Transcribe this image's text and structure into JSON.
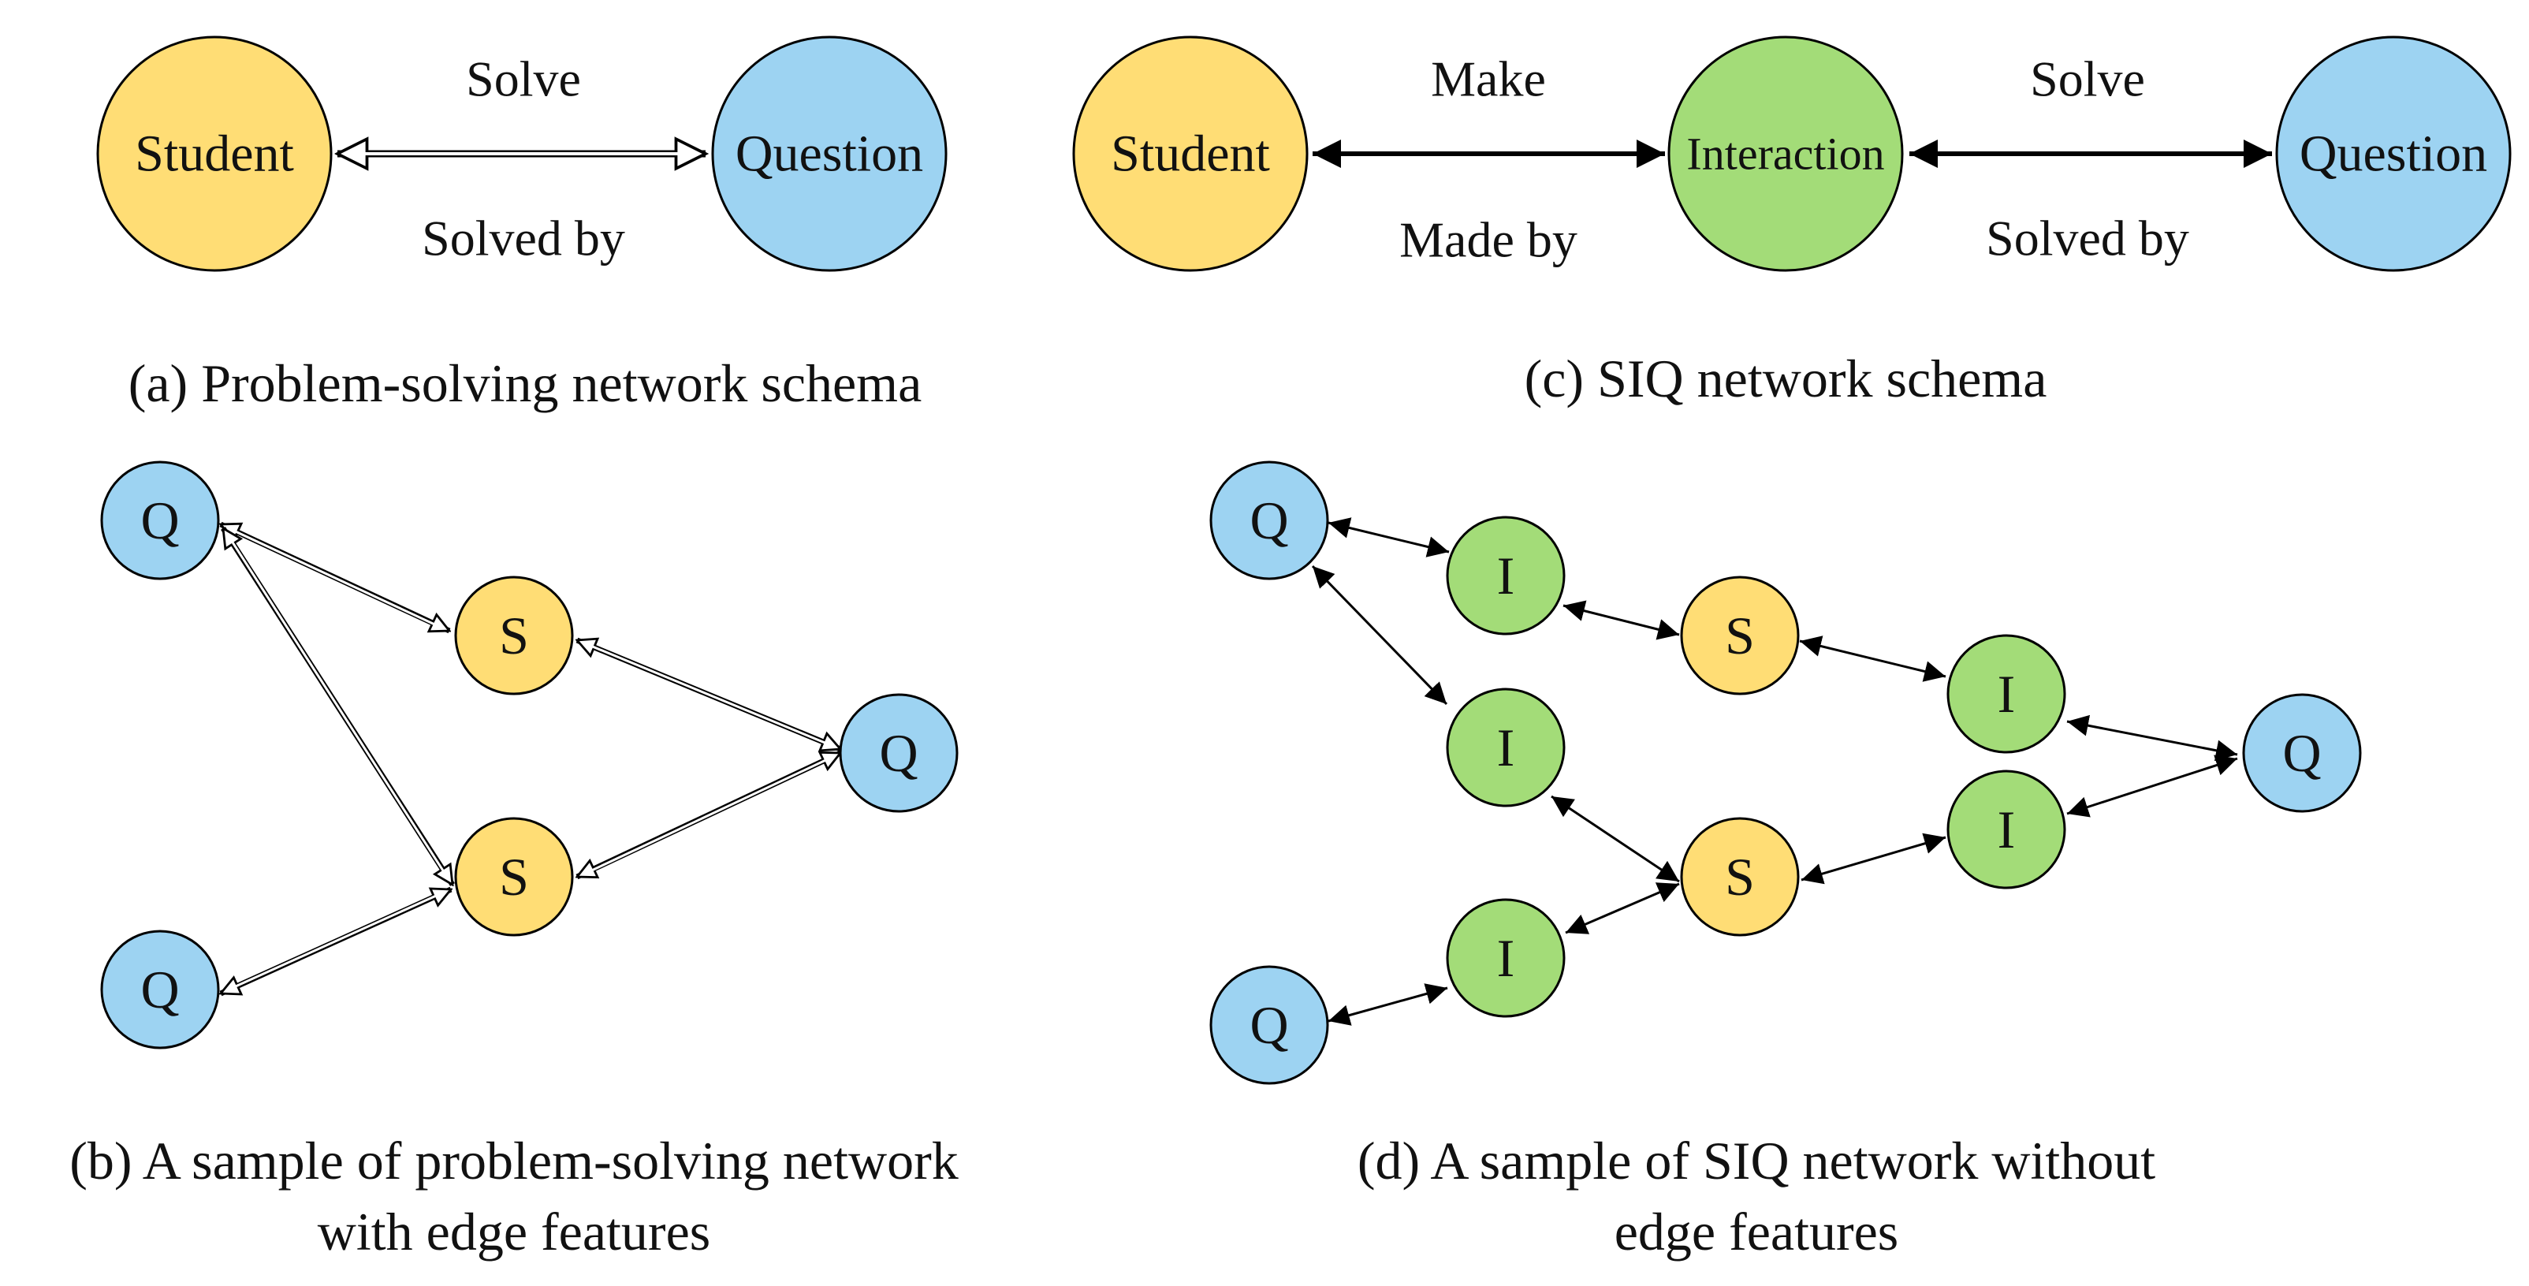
{
  "colors": {
    "student": "#FFDD75",
    "question": "#9DD3F2",
    "interaction": "#A3DC78"
  },
  "panel_a": {
    "student_label": "Student",
    "question_label": "Question",
    "edge_top": "Solve",
    "edge_bottom": "Solved by",
    "caption": "(a) Problem-solving network schema"
  },
  "panel_b": {
    "q_label": "Q",
    "s_label": "S",
    "caption_line1": "(b)  A sample of problem-solving network",
    "caption_line2": "with edge features"
  },
  "panel_c": {
    "student_label": "Student",
    "interaction_label": "Interaction",
    "question_label": "Question",
    "edge1_top": "Make",
    "edge1_bottom": "Made by",
    "edge2_top": "Solve",
    "edge2_bottom": "Solved by",
    "caption": "(c) SIQ network schema"
  },
  "panel_d": {
    "q_label": "Q",
    "s_label": "S",
    "i_label": "I",
    "caption_line1": "(d)  A sample of SIQ network without",
    "caption_line2": "edge features"
  }
}
